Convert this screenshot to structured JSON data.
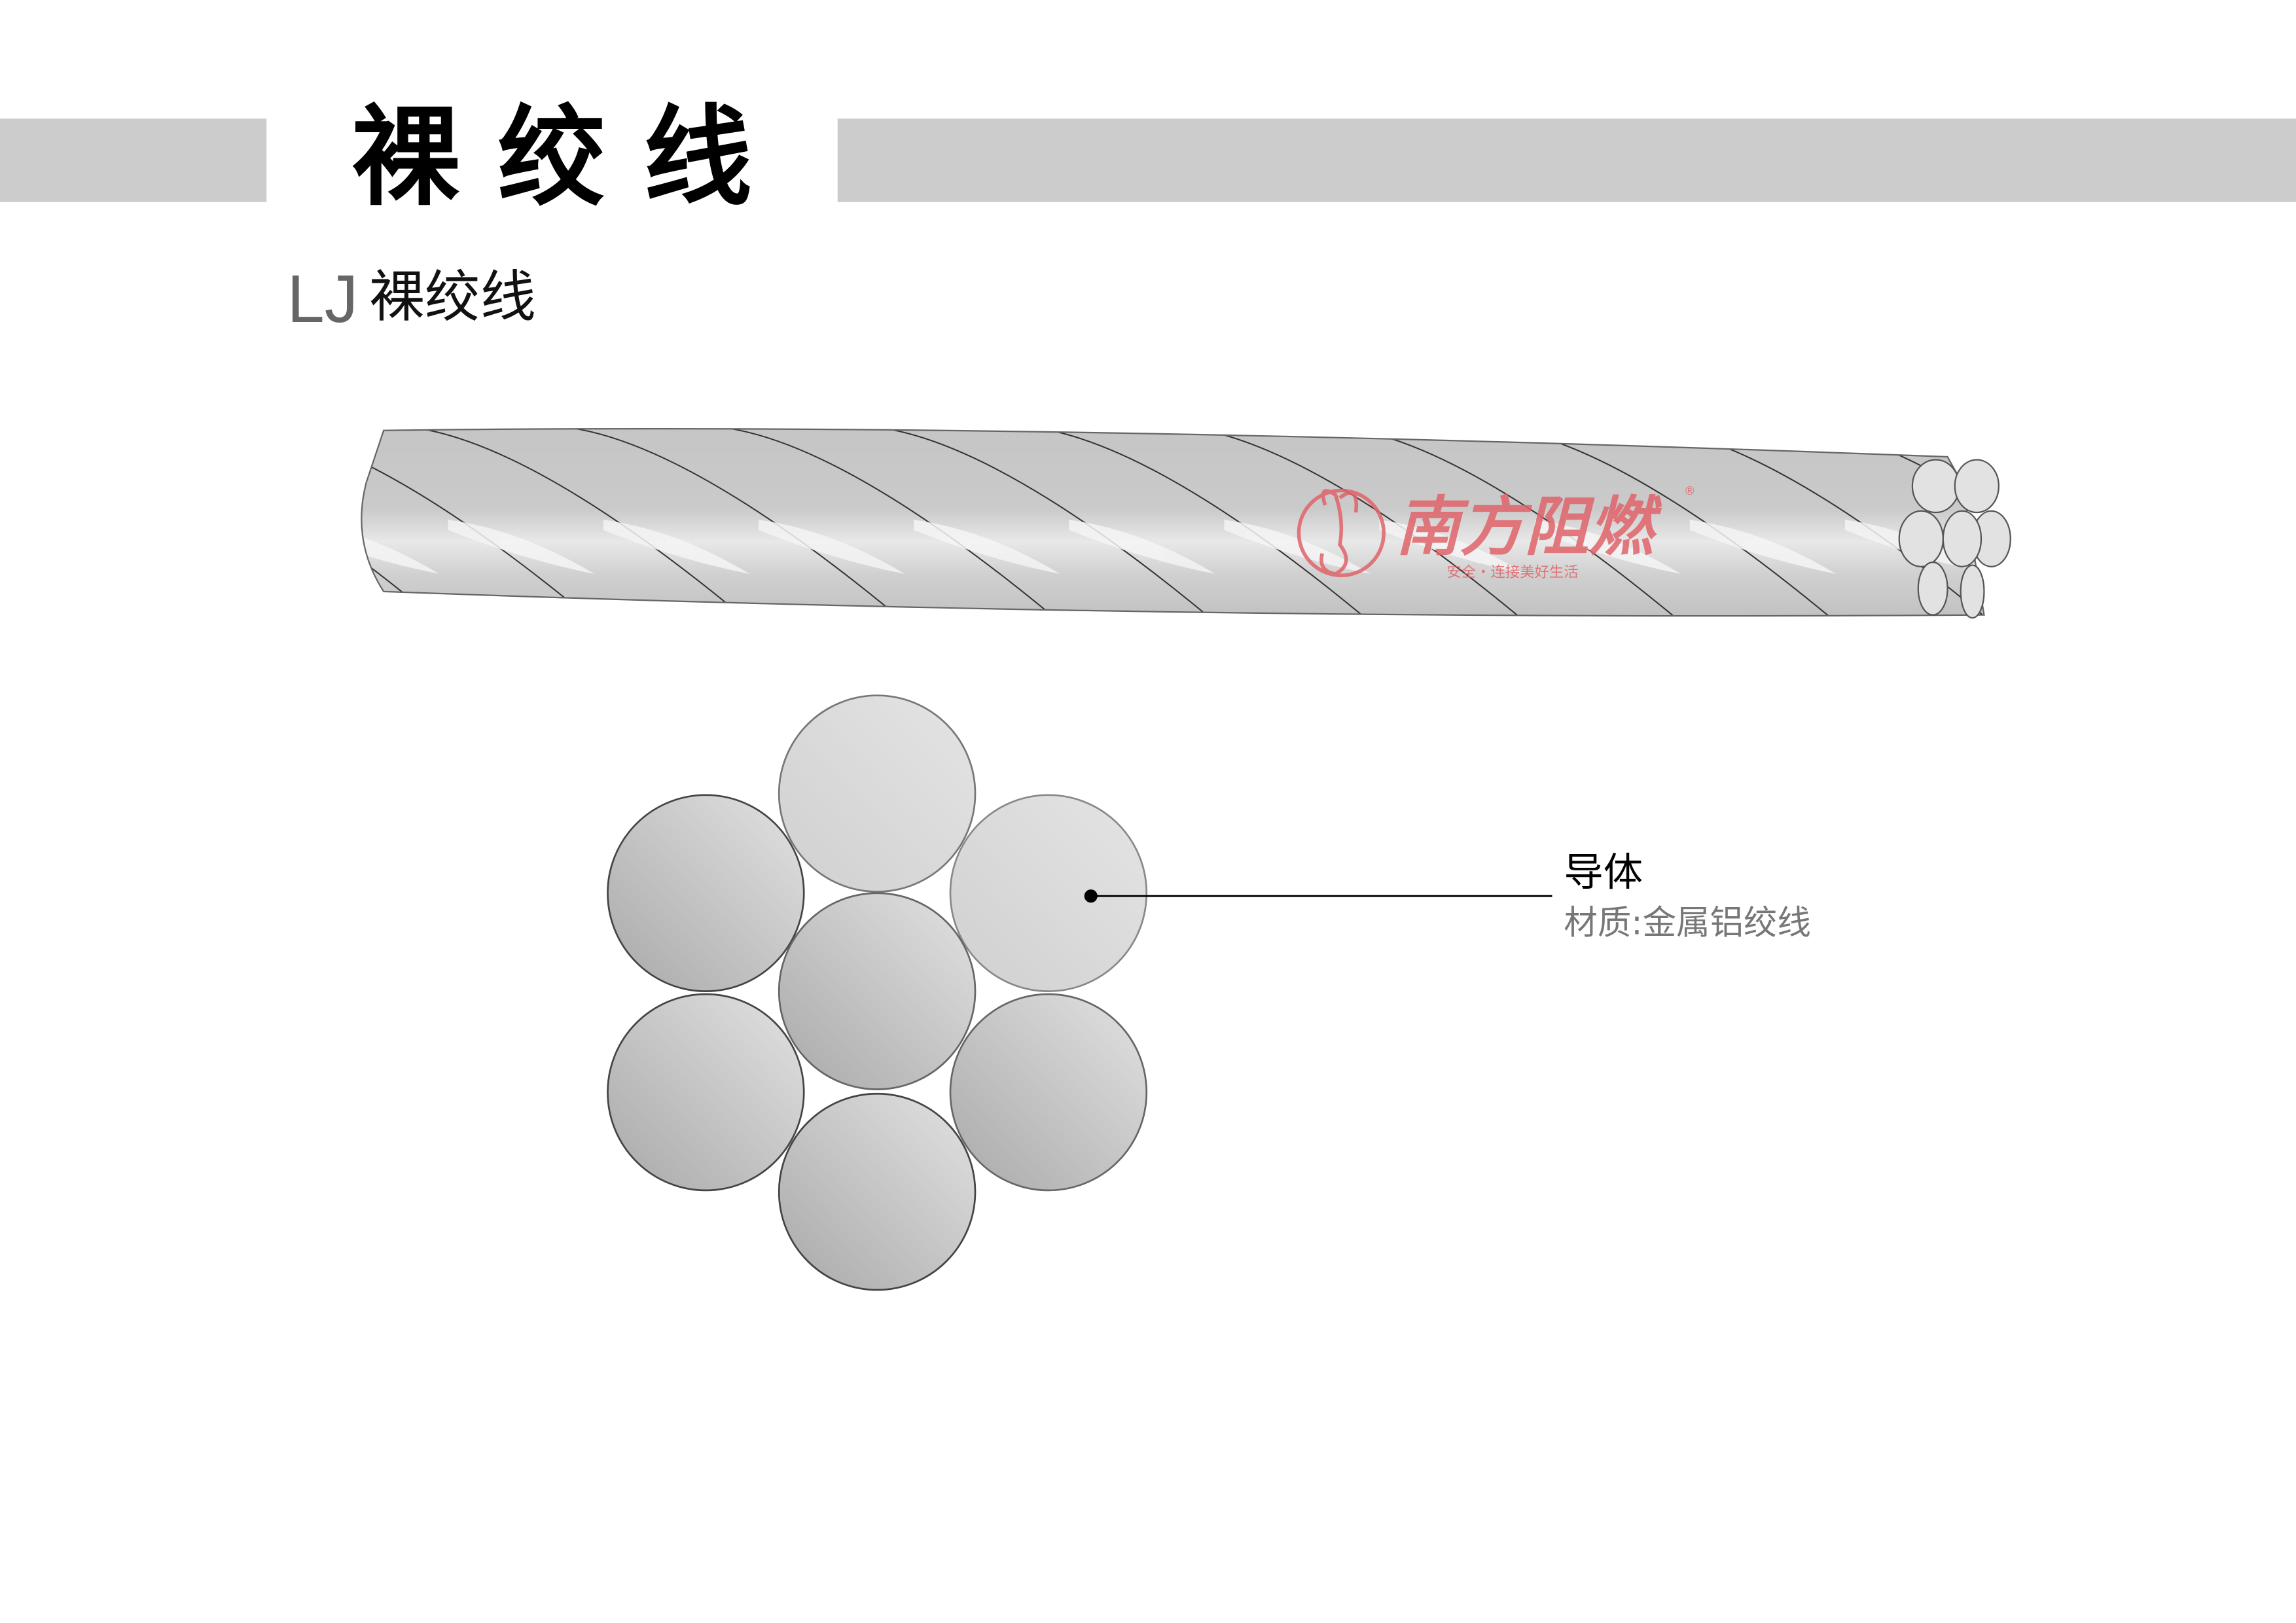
{
  "header": {
    "title": "裸 绞 线"
  },
  "subtitle": {
    "code": "LJ",
    "name": "裸绞线"
  },
  "watermark": {
    "brand": "南方阻燃",
    "slogan": "安全・连接美好生活",
    "registered": "®",
    "color": "#e0646b"
  },
  "callout": {
    "label": "导体",
    "detail": "材质:金属铝绞线"
  },
  "colors": {
    "bar": "#cccccc",
    "strand": "#c6c6c6",
    "outline": "#555555"
  }
}
